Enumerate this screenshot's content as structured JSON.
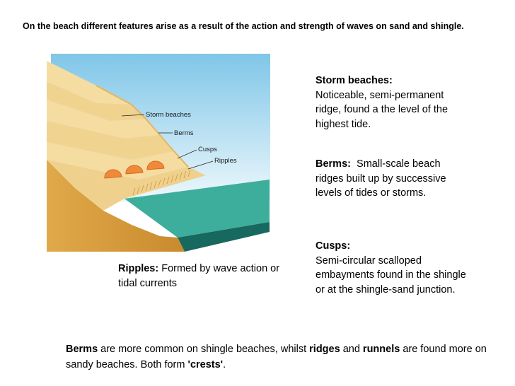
{
  "intro": "On the beach different features arise as a result of the action and strength of waves on sand and shingle.",
  "diagram": {
    "labels": {
      "storm": "Storm beaches",
      "berms": "Berms",
      "cusps": "Cusps",
      "ripples": "Ripples"
    },
    "colors": {
      "sky_top": "#7fc6e8",
      "sky_bottom": "#e6f4fb",
      "sand": "#f1d390",
      "sand_dark": "#d7a24a",
      "sea": "#3eae9c",
      "sea_side": "#17685e"
    }
  },
  "descriptions": {
    "storm": {
      "term": "Storm beaches:",
      "text": "Noticeable, semi-permanent ridge, found a the level of the highest tide."
    },
    "berms": {
      "term": "Berms:",
      "text": "Small-scale beach ridges built up by successive levels of tides or storms."
    },
    "cusps": {
      "term": "Cusps:",
      "text": "Semi-circular scalloped embayments found in the shingle or at the shingle-sand junction."
    },
    "ripples": {
      "term": "Ripples:",
      "text": "Formed by wave action or tidal currents"
    }
  },
  "bottom": {
    "t1": "Berms",
    "t2": " are more common on shingle beaches, whilst ",
    "t3": "ridges",
    "t4": " and ",
    "t5": "runnels",
    "t6": " are found more on sandy beaches. Both form ",
    "t7": "'crests'",
    "t8": "."
  }
}
